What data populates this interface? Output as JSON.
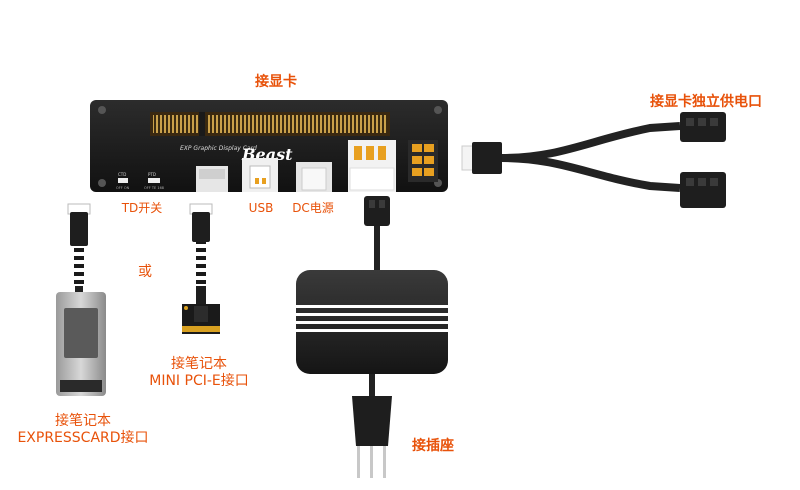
{
  "labels": {
    "graphics_card": "接显卡",
    "independent_power": "接显卡独立供电口",
    "td_switch": "TD开关",
    "usb": "USB",
    "dc_power": "DC电源",
    "or": "或",
    "mini_pcie_line1": "接笔记本",
    "mini_pcie_line2": "MINI PCI-E接口",
    "expresscard_line1": "接笔记本",
    "expresscard_line2": "EXPRESSCARD接口",
    "socket": "接插座"
  },
  "board": {
    "product_text": "EXP Graphic Display Card",
    "brand": "Beast",
    "ctd_label": "CTD",
    "ptd_label": "PTD",
    "ctd_opts": "OFF  ON",
    "ptd_opts": "OFF TE 168"
  },
  "colors": {
    "label": "#e8520a",
    "board": "#1c1c1c",
    "slot": "#5a3a10",
    "cable": "#222222"
  }
}
